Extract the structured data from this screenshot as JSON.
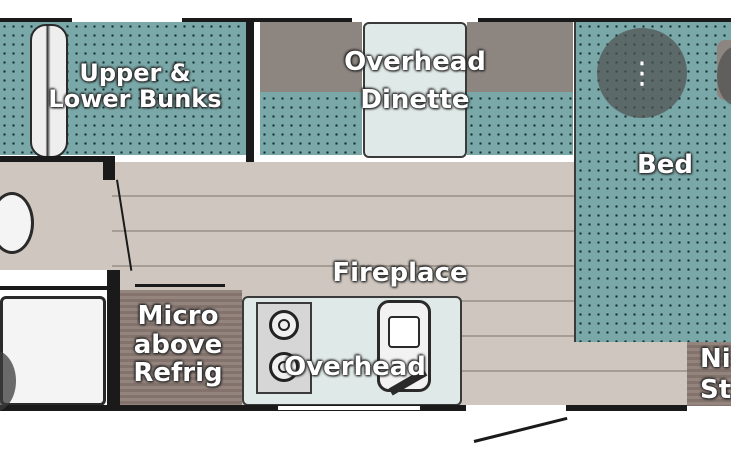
{
  "labels": {
    "bunks": [
      "Upper &",
      "Lower Bunks"
    ],
    "dinette": [
      "Overhead",
      "Dinette"
    ],
    "bed": "Bed",
    "fireplace": "Fireplace",
    "micro": [
      "Micro",
      "above",
      "Refrig"
    ],
    "overhead": "Overhead",
    "nightstand": [
      "Ni",
      "St"
    ]
  },
  "menu": {
    "icon": "more-vertical-icon",
    "glyph": "⋮"
  },
  "colors": {
    "upholstery": "#7aa8a8",
    "floor": "#cfc7bf",
    "wall": "#1a1a1a",
    "cabinet": "#8b7a73"
  }
}
